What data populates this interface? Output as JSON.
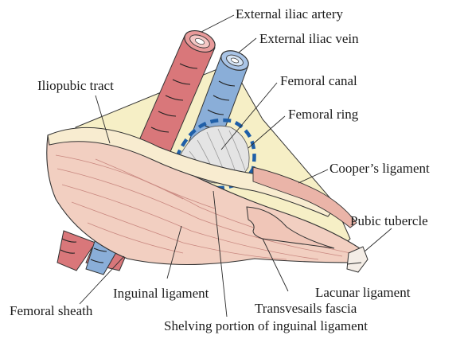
{
  "labels": {
    "external_iliac_artery": "External iliac artery",
    "external_iliac_vein": "External iliac vein",
    "iliopubic_tract": "Iliopubic tract",
    "femoral_canal": "Femoral canal",
    "femoral_ring": "Femoral ring",
    "coopers_ligament": "Cooper’s ligament",
    "pubic_tubercle": "Pubic tubercle",
    "inguinal_ligament": "Inguinal ligament",
    "lacunar_ligament": "Lacunar ligament",
    "femoral_sheath": "Femoral sheath",
    "transversalis_fascia": "Transvesails fascia",
    "shelving_portion": "Shelving portion of inguinal ligament"
  },
  "colors": {
    "artery": "#d9777a",
    "vein": "#8aaed8",
    "ligament": "#f2cfc1",
    "tract": "#f6efc6",
    "canal": "#e4e4e4",
    "ring_outline": "#1f5fa8"
  }
}
